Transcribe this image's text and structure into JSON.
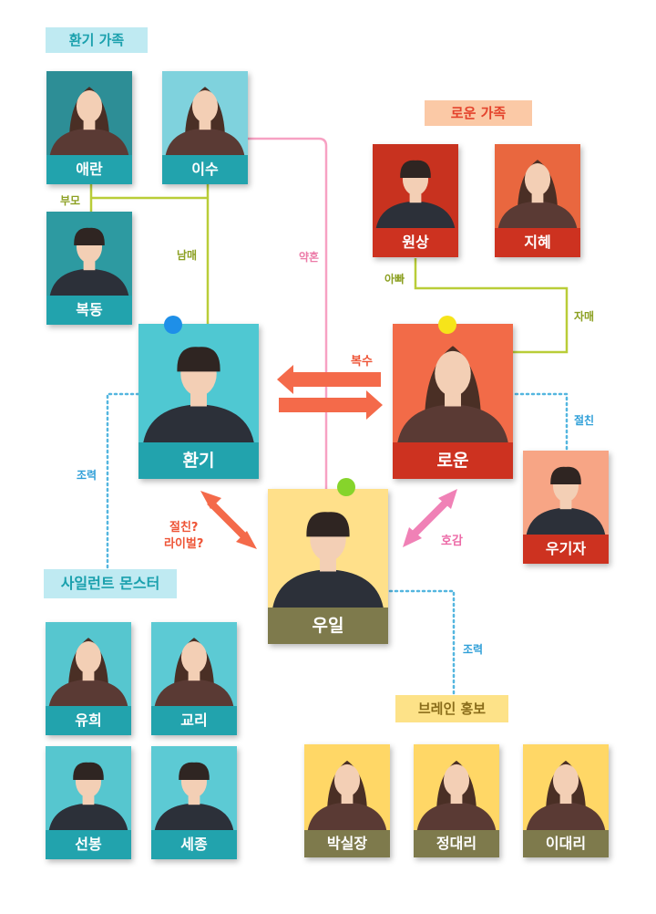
{
  "groups": {
    "hwangi_family": "환기 가족",
    "roun_family": "로운 가족",
    "silent_monster": "사일런트 몬스터",
    "brain_hongbo": "브레인 홍보"
  },
  "characters": {
    "aeran": "애란",
    "isu": "이수",
    "bokdong": "복동",
    "wonsang": "원상",
    "jihye": "지혜",
    "hwangi": "환기",
    "roun": "로운",
    "uil": "우일",
    "ugija": "우기자",
    "yuhui": "유희",
    "gyori": "교리",
    "seonbong": "선봉",
    "sejong": "세종",
    "baksiljang": "박실장",
    "jeongdaeri": "정대리",
    "idaeri": "이대리"
  },
  "relations": {
    "parents": "부모",
    "siblings": "남매",
    "engaged": "약혼",
    "dad": "아빠",
    "sisters": "자매",
    "revenge": "복수",
    "best_friend": "절친",
    "help_left": "조력",
    "friend_rival_1": "절친?",
    "friend_rival_2": "라이벌?",
    "liking": "호감",
    "help_right": "조력"
  },
  "colors": {
    "teal": "#22a3ad",
    "teal_dark": "#167f87",
    "red": "#e4432c",
    "red_dark": "#b8291a",
    "olive": "#7e7a4c",
    "yellow": "#fcd873",
    "arrow_orange": "#f46a4a",
    "arrow_pink": "#f081b6",
    "line_green": "#b9cd38",
    "line_pink": "#f7a1c3",
    "line_blue": "#54b6df"
  }
}
